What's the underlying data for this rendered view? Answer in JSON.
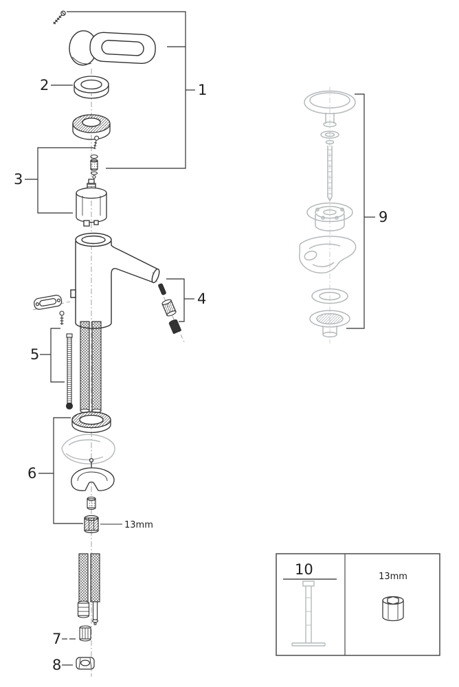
{
  "figure": {
    "type": "exploded-parts-diagram",
    "subject": "single-lever-basin-faucet",
    "colors": {
      "line": "#2f2f2f",
      "light_part": "#b4b8ba",
      "background": "#ffffff"
    },
    "callouts": {
      "c1": "1",
      "c2": "2",
      "c3": "3",
      "c4": "4",
      "c5": "5",
      "c6": "6",
      "c7": "7",
      "c8": "8",
      "c9": "9",
      "c10": "10"
    },
    "annotations": {
      "nut_size": "13mm",
      "tool_nut_size": "13mm"
    }
  }
}
